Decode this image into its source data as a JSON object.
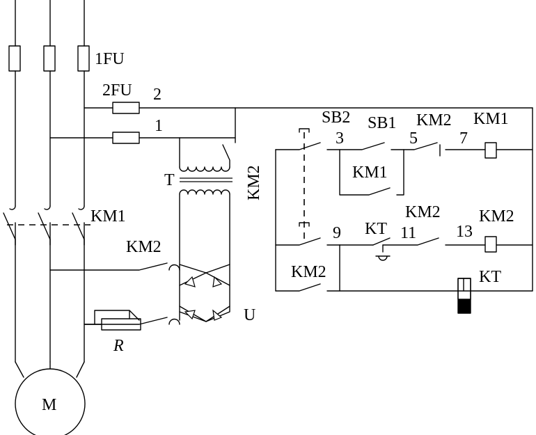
{
  "labels": {
    "fuse_main": "1FU",
    "fuse_ctrl": "2FU",
    "node_2": "2",
    "node_1": "1",
    "transformer": "T",
    "km2_vertical": "KM2",
    "km1_main": "KM1",
    "km2_dc": "KM2",
    "rectifier": "U",
    "resistor": "R",
    "motor": "M",
    "sb2": "SB2",
    "sb1": "SB1",
    "km2_top": "KM2",
    "km1_coil": "KM1",
    "node_3": "3",
    "node_5": "5",
    "node_7": "7",
    "km1_hold": "KM1",
    "node_9": "9",
    "kt_contact": "KT",
    "node_11": "11",
    "km2_nc": "KM2",
    "node_13": "13",
    "km2_coil": "KM2",
    "km2_hold": "KM2",
    "kt_coil": "KT"
  }
}
